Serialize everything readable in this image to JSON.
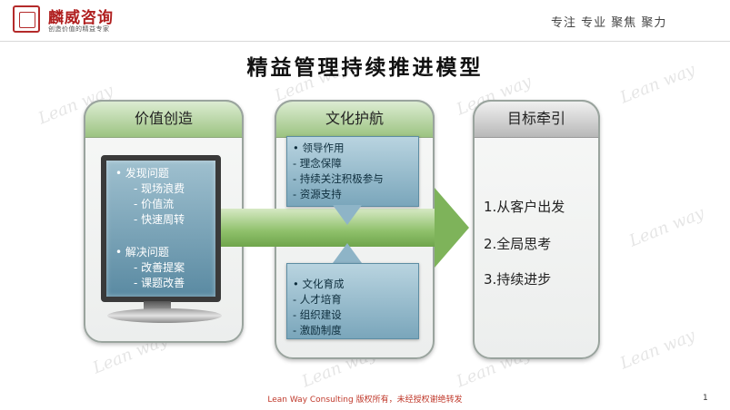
{
  "header": {
    "brand_name": "麟威咨询",
    "brand_sub": "创造价值的精益专家",
    "slogan": "专注 专业 聚焦 聚力"
  },
  "title": "精益管理持续推进模型",
  "watermark": "Lean way",
  "panels": {
    "left": {
      "title": "价值创造",
      "groups": [
        {
          "heading": "• 发现问题",
          "items": [
            "- 现场浪费",
            "- 价值流",
            "- 快速周转"
          ]
        },
        {
          "heading": "• 解决问题",
          "items": [
            "- 改善提案",
            "- 课题改善"
          ]
        }
      ]
    },
    "middle": {
      "title": "文化护航",
      "top_box": {
        "heading": "• 领导作用",
        "items": [
          "-    理念保障",
          "-    持续关注积极参与",
          "-    资源支持"
        ]
      },
      "bottom_box": {
        "heading": "• 文化育成",
        "items": [
          "-    人才培育",
          "-    组织建设",
          "-    激励制度"
        ]
      }
    },
    "right": {
      "title": "目标牵引",
      "items": [
        "1.从客户出发",
        "2.全局思考",
        "3.持续进步"
      ]
    }
  },
  "footer": "Lean Way Consulting  版权所有，未经授权谢绝转发",
  "page_number": "1",
  "colors": {
    "accent_red": "#b01f1f",
    "green": "#8ec06a",
    "blue": "#5a8aa2"
  }
}
